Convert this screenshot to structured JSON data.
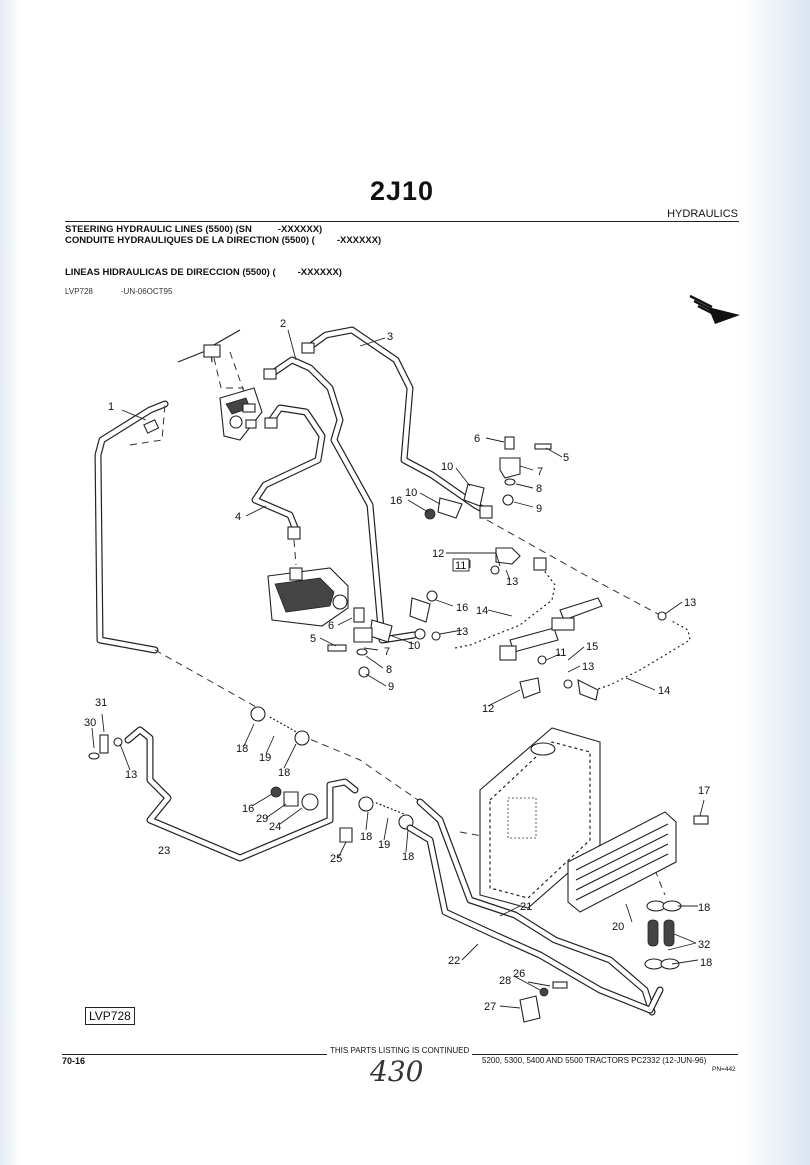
{
  "page": {
    "doc_code": "2J10",
    "section": "HYDRAULICS",
    "titles": {
      "en_a": "STEERING HYDRAULIC LINES (5500) (SN",
      "en_b": "-XXXXXX)",
      "fr_a": "CONDUITE HYDRAULIQUES DE LA DIRECTION (5500) (",
      "fr_b": "-XXXXXX)",
      "es_a": "LINEAS HIDRAULICAS DE DIRECCION (5500) (",
      "es_b": "-XXXXXX)"
    },
    "ref_a": "LVP728",
    "ref_b": "-UN-06OCT95",
    "figure_label": "LVP728",
    "footer": {
      "page_number": "70-16",
      "continued": "THIS PARTS LISTING IS CONTINUED",
      "models": "5200, 5300, 5400 AND 5500 TRACTORS   PC2332     (12-JUN-96)",
      "pn": "PN=442"
    },
    "handwritten": "430"
  },
  "callouts": [
    "1",
    "2",
    "3",
    "4",
    "5",
    "6",
    "7",
    "8",
    "9",
    "10",
    "11",
    "12",
    "13",
    "14",
    "15",
    "16",
    "17",
    "18",
    "19",
    "20",
    "21",
    "22",
    "23",
    "24",
    "25",
    "26",
    "27",
    "28",
    "29",
    "30",
    "31",
    "32"
  ]
}
